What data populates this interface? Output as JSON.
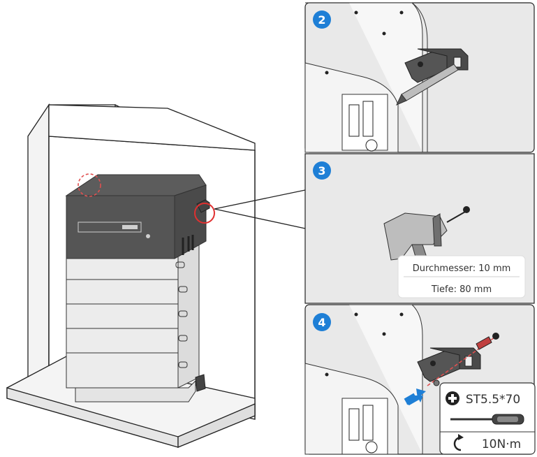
{
  "steps": {
    "step2": {
      "number": "2"
    },
    "step3": {
      "number": "3",
      "diameter": "Durchmesser: 10 mm",
      "depth": "Tiefe: 80 mm"
    },
    "step4": {
      "number": "4",
      "screw_spec": "ST5.5*70",
      "torque": "10N·m"
    }
  },
  "colors": {
    "accent_blue": "#1e7fd6",
    "callout_red": "#e03030",
    "dashed_red": "#e05050",
    "panel_bg": "#e9e9e9",
    "battery_top": "#555555",
    "module_bg": "#ececec"
  },
  "icons": {
    "screw_head": "phillips-screw-icon",
    "screwdriver": "screwdriver-icon",
    "torque": "rotate-clockwise-icon"
  }
}
